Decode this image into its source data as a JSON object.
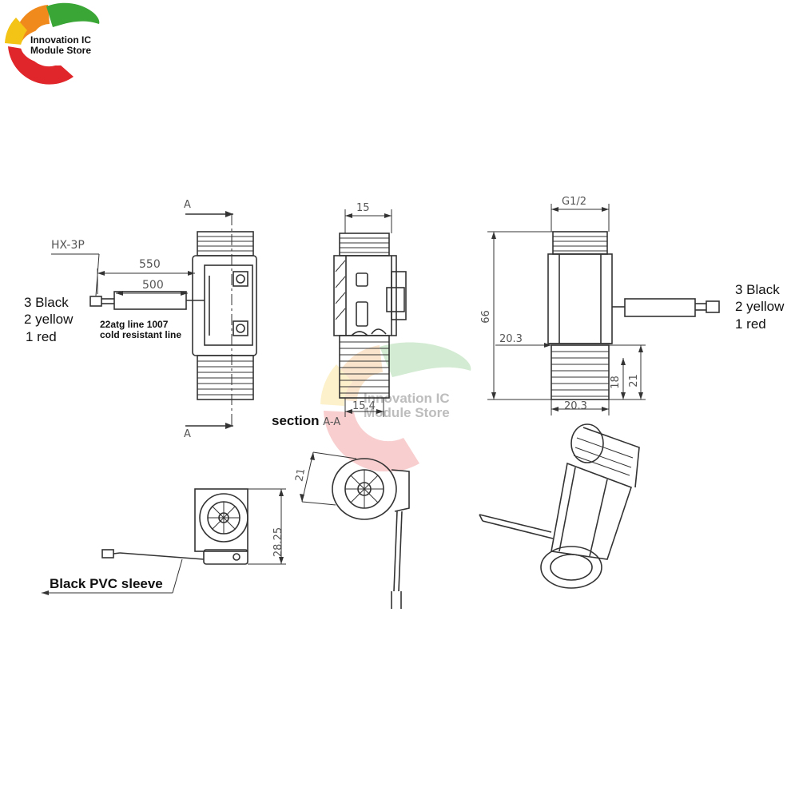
{
  "logo": {
    "line1": "Innovation IC",
    "line2": "Module Store"
  },
  "watermark": {
    "line1": "Innovation IC",
    "line2": "Module Store"
  },
  "front_view": {
    "section_mark_top": "A",
    "section_mark_bottom": "A",
    "connector": "HX-3P",
    "dim_550": "550",
    "dim_500": "500",
    "wire_note_line1": "22atg line 1007",
    "wire_note_line2": "cold resistant line",
    "wires_left": [
      "3 Black",
      "2 yellow",
      "1 red"
    ]
  },
  "section_view": {
    "dim_top": "15",
    "dim_bottom": "15.4",
    "label_prefix": "section",
    "label_suffix": "A-A"
  },
  "side_view": {
    "thread": "G1/2",
    "dim_height": "66",
    "dim_hex": "20.3",
    "dim_thread_width": "20.3",
    "dim_18": "18",
    "dim_21": "21",
    "wires_right": [
      "3 Black",
      "2 yellow",
      "1 red"
    ]
  },
  "end_view": {
    "dim_height": "28.25",
    "sleeve_label": "Black PVC sleeve"
  },
  "iso_view": {
    "dim_21": "21"
  },
  "colors": {
    "line": "#333333",
    "logo_green": "#3aa635",
    "logo_yellow": "#f3c316",
    "logo_orange": "#f08a1c",
    "logo_red": "#e0262a"
  }
}
